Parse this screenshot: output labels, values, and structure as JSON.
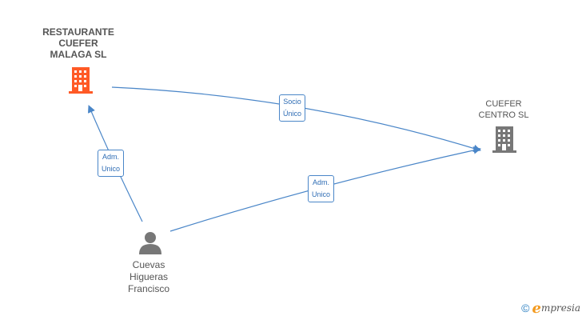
{
  "nodes": {
    "restaurante": {
      "lines": [
        "RESTAURANTE",
        "CUEFER",
        "MALAGA SL"
      ],
      "icon": "building-icon",
      "color": "#ff5a26"
    },
    "centro": {
      "lines": [
        "CUEFER",
        "CENTRO  SL"
      ],
      "icon": "building-icon",
      "color": "#777777"
    },
    "person": {
      "lines": [
        "Cuevas",
        "Higueras",
        "Francisco"
      ],
      "icon": "person-icon",
      "color": "#777777"
    }
  },
  "edges": {
    "socio": {
      "lines": [
        "Socio",
        "Único"
      ]
    },
    "adm_left": {
      "lines": [
        "Adm.",
        "Unico"
      ]
    },
    "adm_right": {
      "lines": [
        "Adm.",
        "Unico"
      ]
    }
  },
  "colors": {
    "edge": "#4a86c8",
    "accent": "#ff5a26",
    "neutral": "#777777"
  },
  "footer": {
    "copyright": "©",
    "brand_first": "e",
    "brand_rest": "mpresia"
  }
}
